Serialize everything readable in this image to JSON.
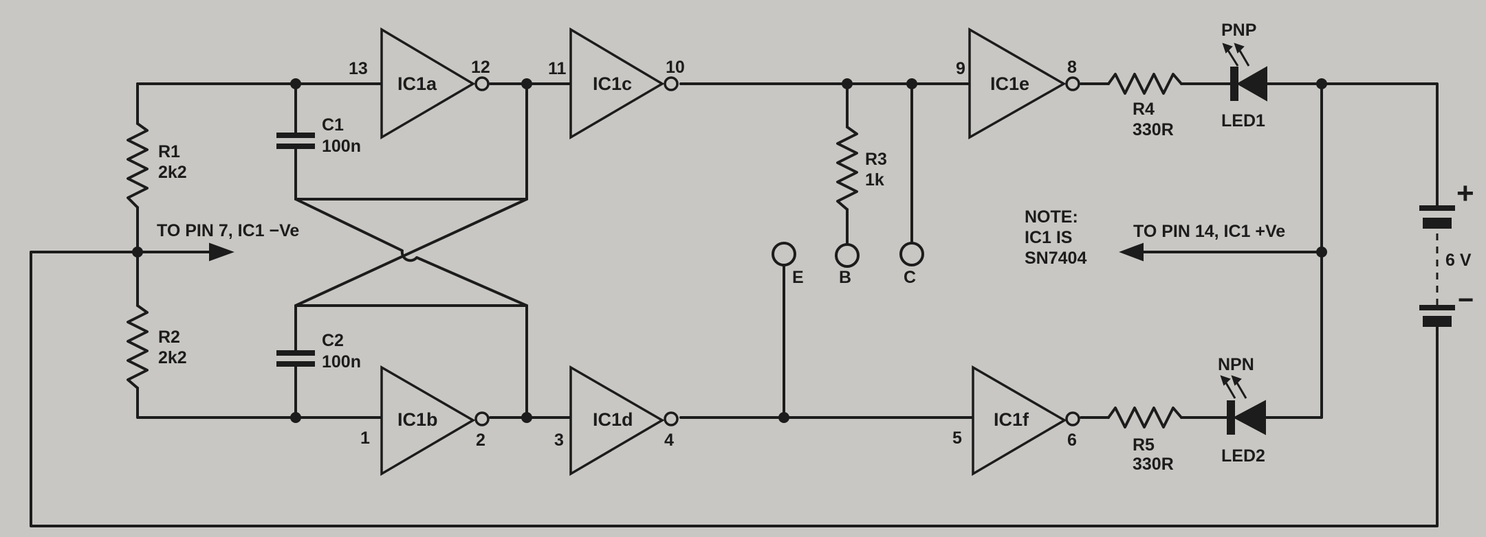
{
  "gates": [
    {
      "label": "IC1a",
      "in_pin": "13",
      "out_pin": "12"
    },
    {
      "label": "IC1b",
      "in_pin": "1",
      "out_pin": "2"
    },
    {
      "label": "IC1c",
      "in_pin": "11",
      "out_pin": "10"
    },
    {
      "label": "IC1d",
      "in_pin": "3",
      "out_pin": "4"
    },
    {
      "label": "IC1e",
      "in_pin": "9",
      "out_pin": "8"
    },
    {
      "label": "IC1f",
      "in_pin": "5",
      "out_pin": "6"
    }
  ],
  "resistors": {
    "r1": {
      "name": "R1",
      "value": "2k2"
    },
    "r2": {
      "name": "R2",
      "value": "2k2"
    },
    "r3": {
      "name": "R3",
      "value": "1k"
    },
    "r4": {
      "name": "R4",
      "value": "330R"
    },
    "r5": {
      "name": "R5",
      "value": "330R"
    }
  },
  "capacitors": {
    "c1": {
      "name": "C1",
      "value": "100n"
    },
    "c2": {
      "name": "C2",
      "value": "100n"
    }
  },
  "leds": {
    "led1": {
      "name": "LED1",
      "type": "PNP"
    },
    "led2": {
      "name": "LED2",
      "type": "NPN"
    }
  },
  "terminals": {
    "e": "E",
    "b": "B",
    "c": "C"
  },
  "battery": {
    "voltage": "6 V",
    "plus": "+",
    "minus": "−"
  },
  "annotations": {
    "neg_supply": "TO PIN 7, IC1 −Ve",
    "pos_supply": "TO PIN 14, IC1 +Ve",
    "note_lines": [
      "NOTE:",
      "IC1 IS",
      "SN7404"
    ]
  }
}
